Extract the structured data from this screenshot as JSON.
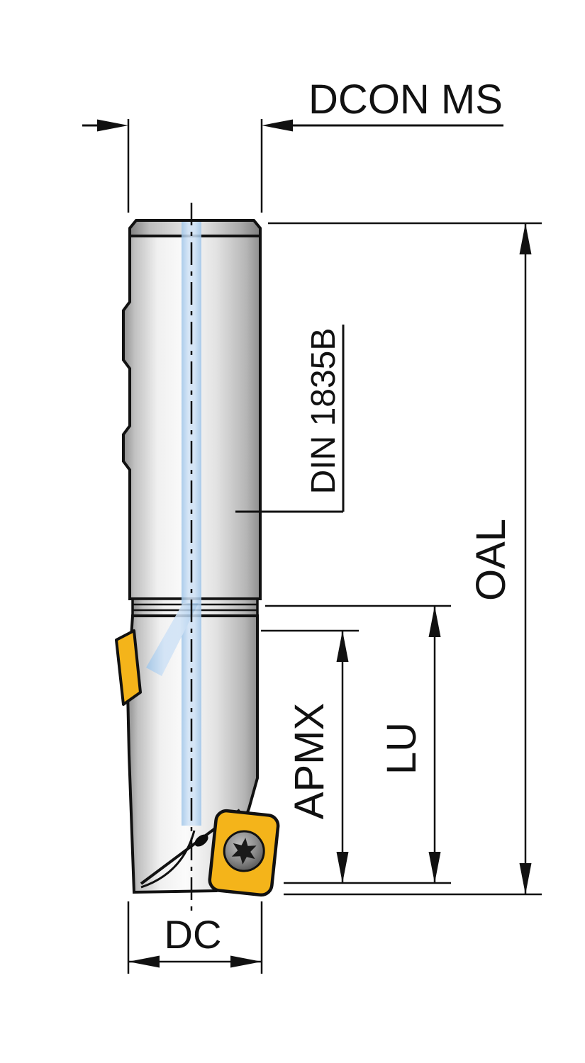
{
  "drawing": {
    "labels": {
      "dcon": "DCON MS",
      "din": "DIN 1835B",
      "oal": "OAL",
      "lu": "LU",
      "apmx": "APMX",
      "dc": "DC"
    },
    "colors": {
      "line": "#111111",
      "metal_light": "#fbfbfb",
      "metal_dark": "#8e8e8e",
      "coolant_blue": "#aecfee",
      "insert_yellow": "#f4b41a",
      "screw_gray": "#8a8a8a",
      "background": "#ffffff"
    }
  }
}
